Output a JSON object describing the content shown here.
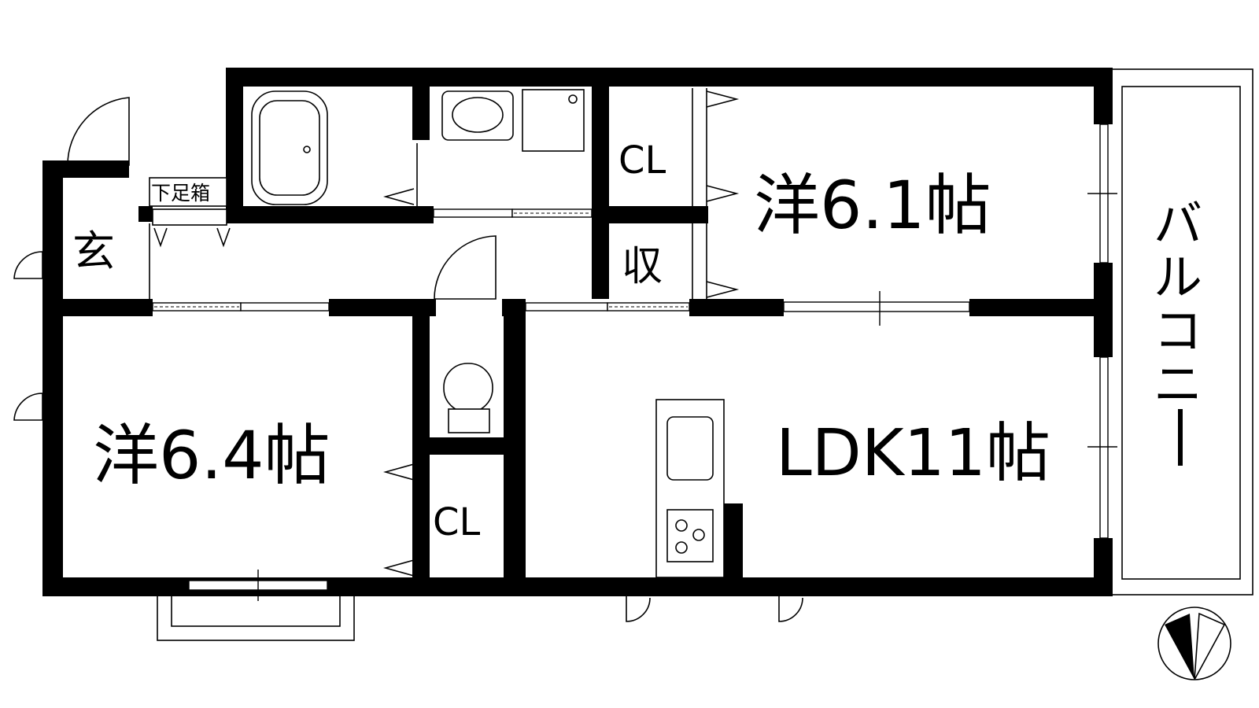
{
  "rooms": {
    "western_upper": "洋6.1帖",
    "western_lower": "洋6.4帖",
    "ldk": "LDK11帖",
    "closet_upper": "CL",
    "closet_lower": "CL",
    "storage": "収",
    "entrance": "玄",
    "shoe_box": "下足箱",
    "balcony": "バルコニー"
  },
  "balcony_chars": [
    "バ",
    "ル",
    "コ",
    "ニ",
    "ー"
  ]
}
